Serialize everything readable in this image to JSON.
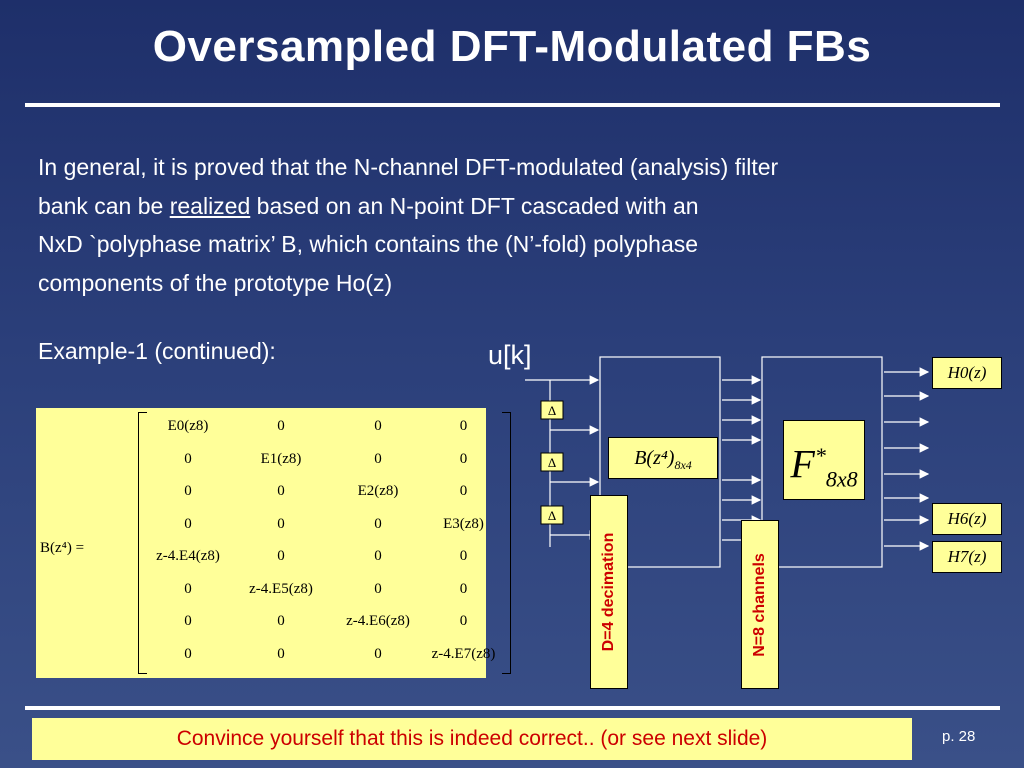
{
  "slide": {
    "title": "Oversampled  DFT-Modulated FBs",
    "para_line1": "In general, it is proved that the N-channel DFT-modulated (analysis) filter",
    "para_line2_a": "bank can be ",
    "para_line2_u": "realized",
    "para_line2_b": " based on an N-point DFT cascaded with an",
    "para_line3": "NxD `polyphase matrix’ B, which contains the (N’-fold) polyphase",
    "para_line4": "components of the prototype Ho(z)",
    "example": "Example-1  (continued):",
    "footer": "Convince yourself that this is indeed correct.. (or see next slide)",
    "page": "p. 28"
  },
  "diagram": {
    "input_label": "u[k]",
    "delay_symbol": "Δ",
    "b_matrix_label": "B(z⁴)",
    "b_matrix_sub": "8x4",
    "f_label": "F",
    "f_sup": "*",
    "f_sub": "8x8",
    "decimation_label": "D=4 decimation",
    "channels_label": "N=8 channels",
    "outputs": [
      "H0(z)",
      "H6(z)",
      "H7(z)"
    ]
  },
  "matrix": {
    "lhs": "B(z⁴) =",
    "rows": [
      [
        "E0(z8)",
        "0",
        "0",
        "0"
      ],
      [
        "0",
        "E1(z8)",
        "0",
        "0"
      ],
      [
        "0",
        "0",
        "E2(z8)",
        "0"
      ],
      [
        "0",
        "0",
        "0",
        "E3(z8)"
      ],
      [
        "z-4.E4(z8)",
        "0",
        "0",
        "0"
      ],
      [
        "0",
        "z-4.E5(z8)",
        "0",
        "0"
      ],
      [
        "0",
        "0",
        "z-4.E6(z8)",
        "0"
      ],
      [
        "0",
        "0",
        "0",
        "z-4.E7(z8)"
      ]
    ]
  }
}
